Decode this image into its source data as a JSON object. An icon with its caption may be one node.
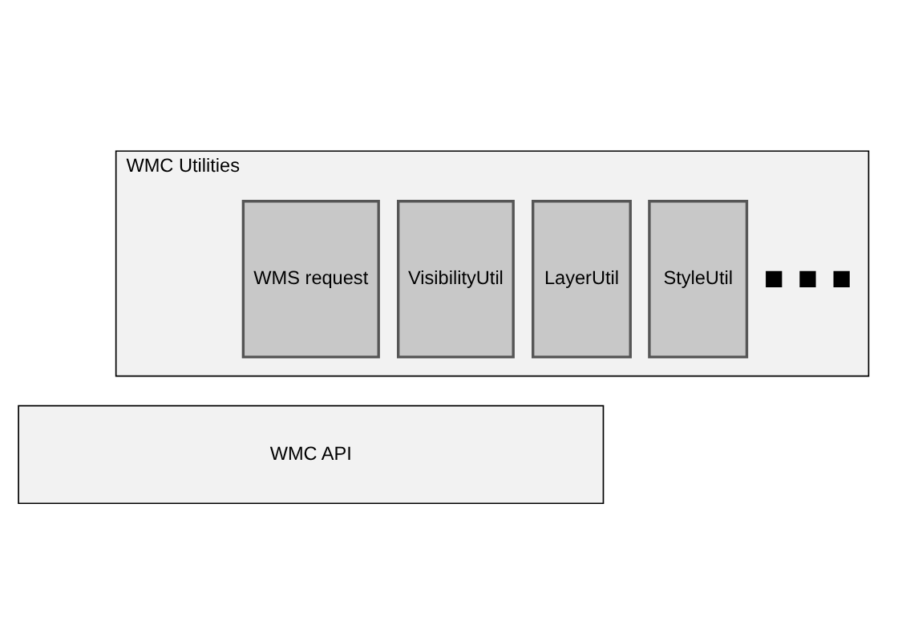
{
  "diagram": {
    "nodes": [
      {
        "text": [
          "WMC Utilities"
        ]
      },
      {
        "text": [
          "WMS request"
        ],
        "in": 0
      },
      {
        "text": [
          "VisibilityUtil"
        ],
        "in": 0
      },
      {
        "text": [
          "LayerUtil"
        ],
        "in": 0
      },
      {
        "text": [
          "StyleUtil"
        ],
        "in": 0
      },
      {
        "text": [
          "WMC API"
        ]
      }
    ]
  }
}
